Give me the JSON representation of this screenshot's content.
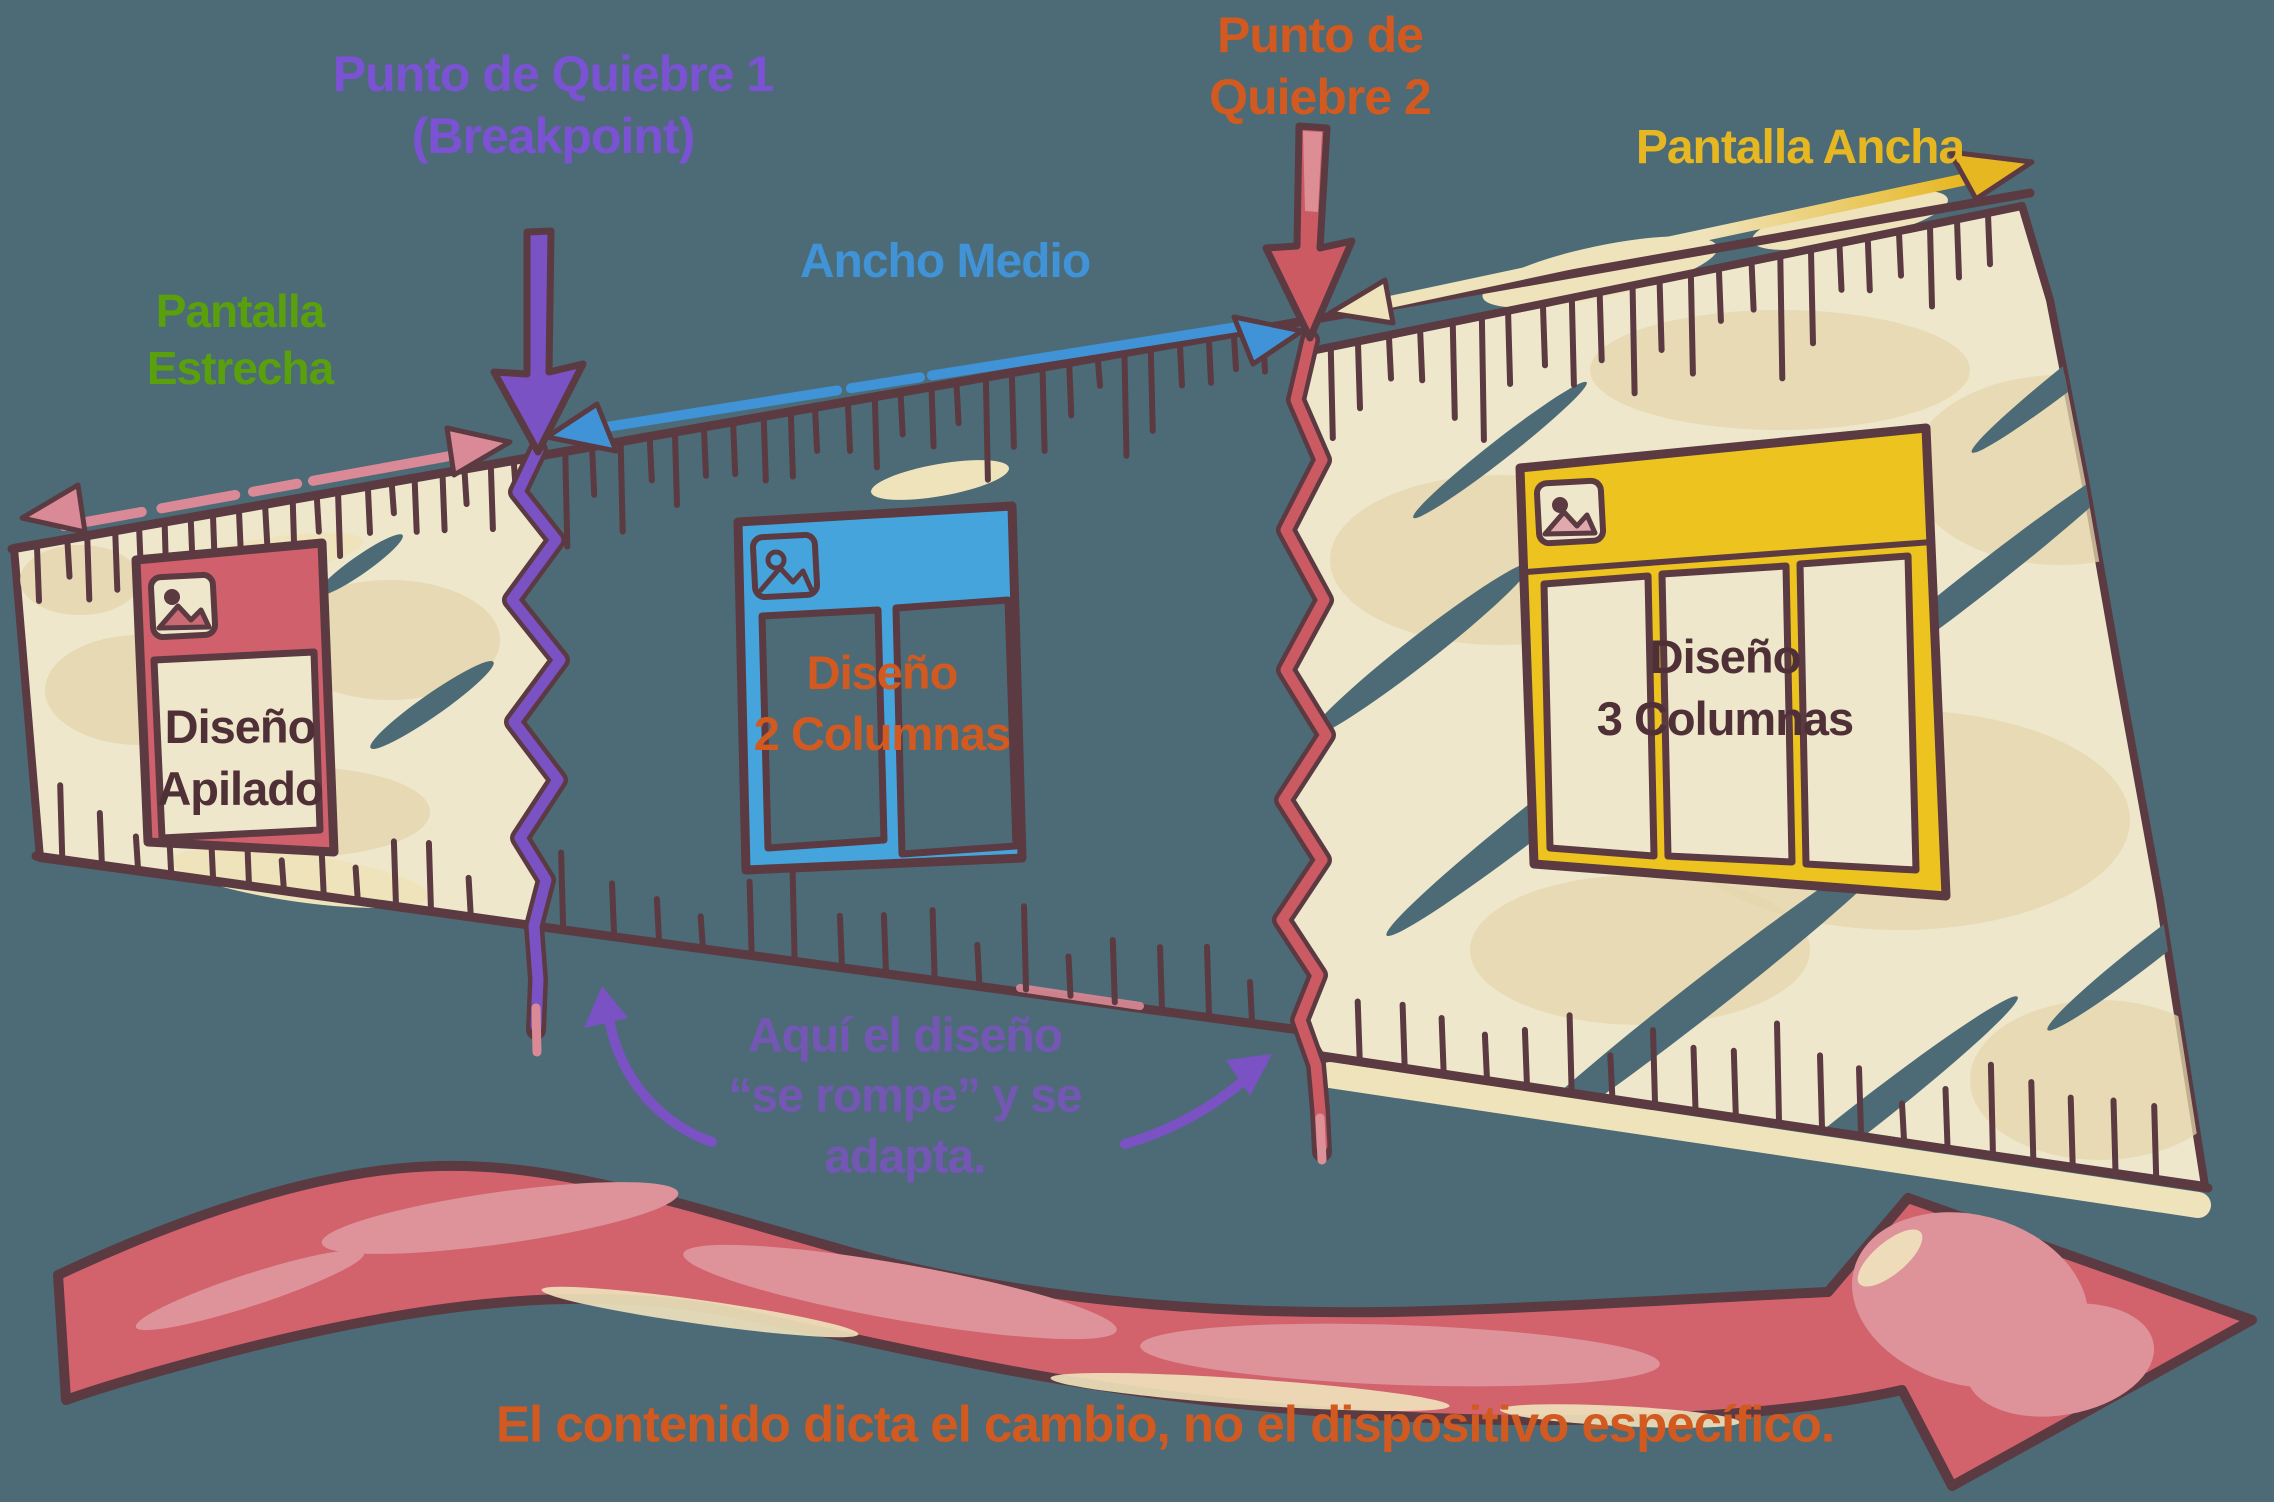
{
  "palette": {
    "background": "#4c6b76",
    "ink": "#5b3a42",
    "paper": "#efe7cb",
    "paper_shade": "#e4d6ac",
    "cream": "#efe3bc",
    "purple": "#7a52c4",
    "purple_text": "#7b52d4",
    "purple_soft": "#7457b5",
    "blue": "#3f93d6",
    "green": "#5aa00d",
    "orange": "#d2591f",
    "yellow": "#e7b722",
    "pink": "#d98a96",
    "red": "#cb5a63",
    "red_light": "#dd9097",
    "card_red": "#d0606b",
    "card_blue": "#45a4dc",
    "card_yellow": "#ecc31f",
    "arrow_red": "#d2626c",
    "arrow_red_light": "#de939a",
    "text_dark": "#4f3037"
  },
  "labels": {
    "breakpoint1": {
      "line1": "Punto de Quiebre 1",
      "line2": "(Breakpoint)"
    },
    "breakpoint2": {
      "line1": "Punto de",
      "line2": "Quiebre 2"
    },
    "pantalla_ancha": "Pantalla Ancha",
    "ancho_medio": "Ancho Medio",
    "pantalla_estrecha": {
      "line1": "Pantalla",
      "line2": "Estrecha"
    },
    "note": {
      "line1": "Aquí el diseño",
      "line2": "“se rompe” y se",
      "line3": "adapta."
    },
    "footer": "El contenido dicta el cambio, no el dispositivo específico."
  },
  "cards": {
    "stacked": {
      "line1": "Diseño",
      "line2": "Apilado"
    },
    "two_columns": {
      "line1": "Diseño",
      "line2": "2 Columnas"
    },
    "three_columns": {
      "line1": "Diseño",
      "line2": "3 Columnas"
    }
  },
  "icons": {
    "stacked_card": "image-icon",
    "two_columns_card": "image-icon",
    "three_columns_card": "image-icon"
  }
}
